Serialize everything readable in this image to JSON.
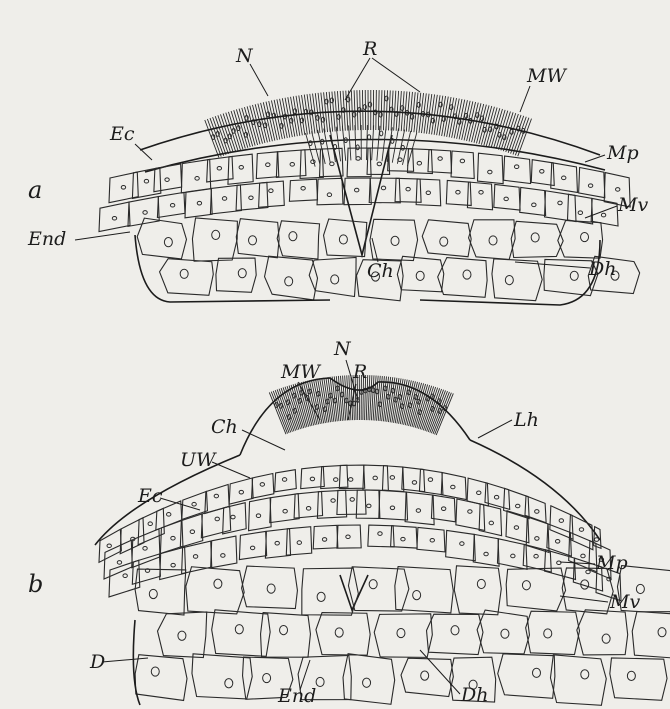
{
  "figure": {
    "panel_a": {
      "letter": "a",
      "labels": {
        "N": "N",
        "R": "R",
        "MW": "MW",
        "Ec": "Ec",
        "Mp": "Mp",
        "Mv": "Mv",
        "End": "End",
        "Ch": "Ch",
        "Dh": "Dh"
      }
    },
    "panel_b": {
      "letter": "b",
      "labels": {
        "N": "N",
        "R": "R",
        "MW": "MW",
        "Ch": "Ch",
        "Lh": "Lh",
        "UW": "UW",
        "Ec": "Ec",
        "Mp": "Mp",
        "Mv": "Mv",
        "D": "D",
        "End": "End",
        "Dh": "Dh"
      }
    }
  },
  "colors": {
    "paper": "#efeeea",
    "ink": "#1c1c1c"
  }
}
